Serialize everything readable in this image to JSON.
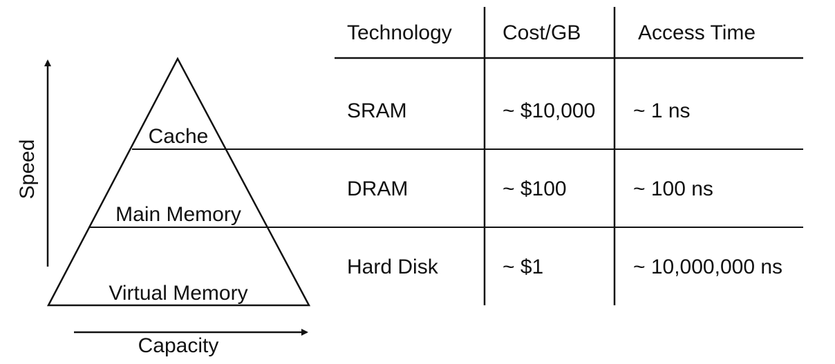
{
  "pyramid": {
    "levels": [
      "Cache",
      "Main Memory",
      "Virtual Memory"
    ],
    "y_axis_label": "Speed",
    "x_axis_label": "Capacity"
  },
  "table": {
    "headers": [
      "Technology",
      "Cost/GB",
      "Access Time"
    ],
    "rows": [
      [
        "SRAM",
        "~ $10,000",
        "~ 1 ns"
      ],
      [
        "DRAM",
        "~ $100",
        "~ 100 ns"
      ],
      [
        "Hard Disk",
        "~ $1",
        "~ 10,000,000 ns"
      ]
    ]
  }
}
